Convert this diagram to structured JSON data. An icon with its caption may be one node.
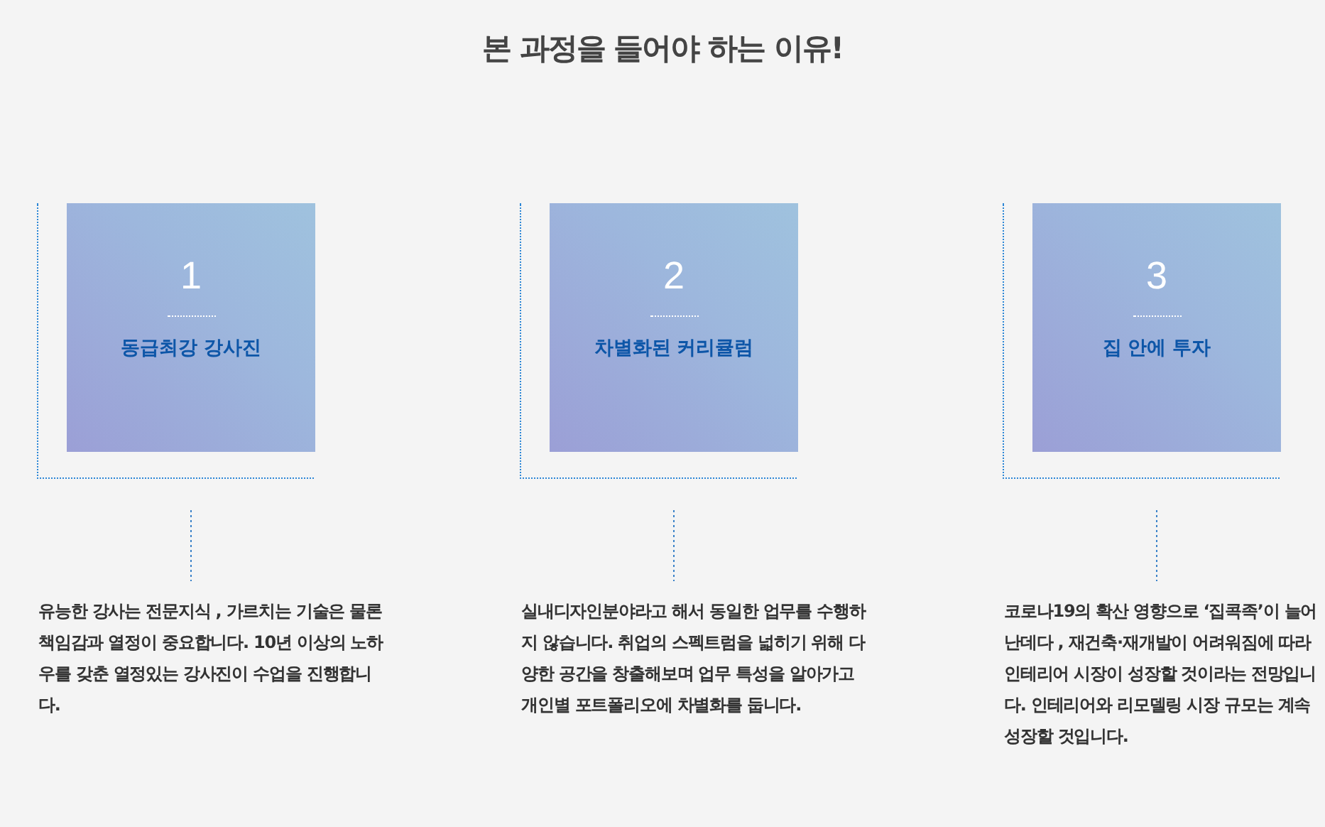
{
  "diagram": {
    "title": "본 과정을 들어야 하는 **이유!**",
    "nodes": [
      {
        "text": [
          "1",
          "동급최강 강사진"
        ]
      },
      {
        "text": [
          "2",
          "차별화된 커리큘럼"
        ]
      },
      {
        "text": [
          "3",
          "집 안에 투자"
        ]
      },
      {
        "text": [
          "유능한 강사는 전문지식 , 가르치는 기술은 물론 책임감과 열정이 중요합니다. 10년 이상의 노하우를 갖춘 열정있는 강사진이 수업을 진행합니다."
        ]
      },
      {
        "text": [
          "실내디자인분야라고 해서 동일한 업무를 수행하지 않습니다. 취업의 스펙트럼을 넓히기 위해 다양한 공간을 창출해보며 업무 특성을 알아가고 개인별 포트폴리오에 차별화를 둡니다."
        ]
      },
      {
        "text": [
          "코로나19의 확산 영향으로 ‘집콕족’이 늘어난데다 , 재건축·재개발이 어려워짐에 따라 인테리어 시장이 성장할 것이라는 전망입니다. 인테리어와 리모델링 시장 규모는 계속 성장할 것입니다."
        ]
      }
    ],
    "edges": [
      {
        "from": 0,
        "to": 3,
        "arrow": "none"
      },
      {
        "from": 1,
        "to": 4,
        "arrow": "none"
      },
      {
        "from": 2,
        "to": 5,
        "arrow": "none"
      }
    ]
  }
}
